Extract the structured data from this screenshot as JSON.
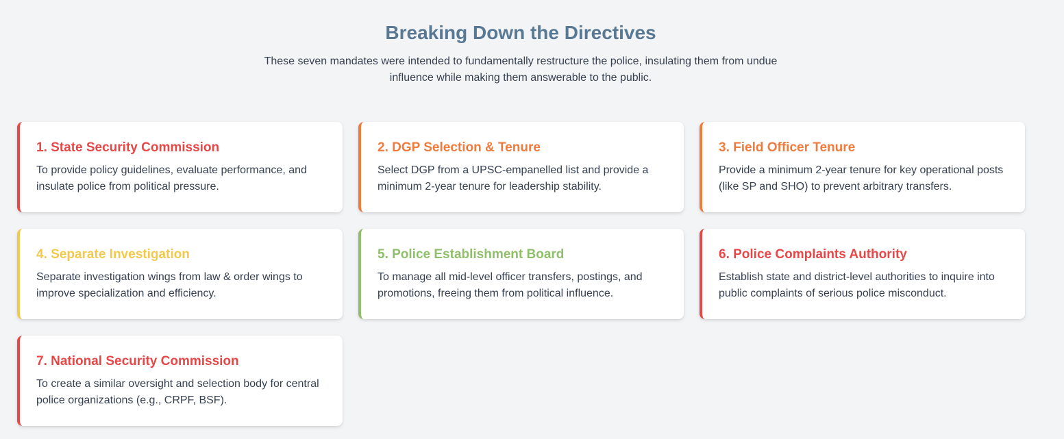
{
  "header": {
    "title": "Breaking Down the Directives",
    "subtitle": "These seven mandates were intended to fundamentally restructure the police, insulating them from undue influence while making them answerable to the public."
  },
  "cards": [
    {
      "title": "1. State Security Commission",
      "text": "To provide policy guidelines, evaluate performance, and insulate police from political pressure.",
      "color": "#e64848"
    },
    {
      "title": "2. DGP Selection & Tenure",
      "text": "Select DGP from a UPSC-empanelled list and provide a minimum 2-year tenure for leadership stability.",
      "color": "#ef7b3d"
    },
    {
      "title": "3. Field Officer Tenure",
      "text": "Provide a minimum 2-year tenure for key operational posts (like SP and SHO) to prevent arbitrary transfers.",
      "color": "#ef7b3d"
    },
    {
      "title": "4. Separate Investigation",
      "text": "Separate investigation wings from law & order wings to improve specialization and efficiency.",
      "color": "#f2c94c"
    },
    {
      "title": "5. Police Establishment Board",
      "text": "To manage all mid-level officer transfers, postings, and promotions, freeing them from political influence.",
      "color": "#8fbf6a"
    },
    {
      "title": "6. Police Complaints Authority",
      "text": "Establish state and district-level authorities to inquire into public complaints of serious police misconduct.",
      "color": "#e64848"
    },
    {
      "title": "7. National Security Commission",
      "text": "To create a similar oversight and selection body for central police organizations (e.g., CRPF, BSF).",
      "color": "#e64848"
    }
  ]
}
